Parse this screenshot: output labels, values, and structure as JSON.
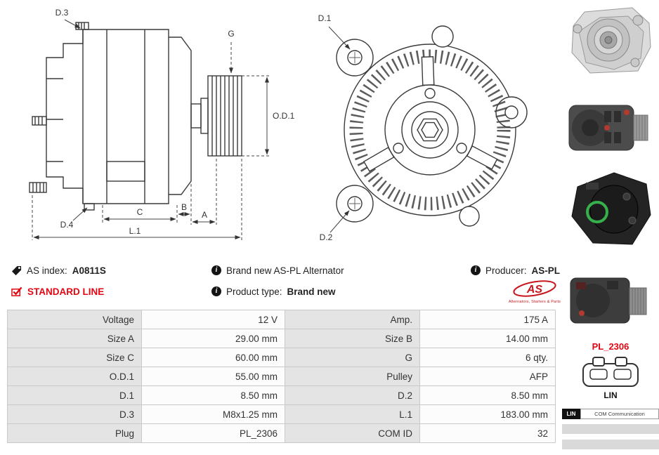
{
  "product": {
    "as_index_label": "AS index:",
    "as_index_value": "A0811S",
    "standard_line_label": "STANDARD LINE",
    "description": "Brand new AS-PL Alternator",
    "product_type_label": "Product type:",
    "product_type_value": "Brand new",
    "producer_label": "Producer:",
    "producer_value": "AS-PL",
    "brand_logo_text": "AS",
    "brand_logo_subtext": "Alternators, Starters & Parts"
  },
  "drawing": {
    "labels": {
      "d3": "D.3",
      "g": "G",
      "od1": "O.D.1",
      "d4": "D.4",
      "c": "C",
      "b": "B",
      "a": "A",
      "l1": "L.1",
      "d1": "D.1",
      "d2": "D.2"
    }
  },
  "side_panel": {
    "plug_code": "PL_2306",
    "connector_label": "LIN",
    "com_badge": {
      "prefix": "LIN",
      "text": "COM Communication"
    }
  },
  "icons": {
    "info": "i"
  },
  "colors": {
    "accent_red": "#e30613",
    "brand_red": "#c8161d",
    "table_label_bg": "#e4e4e4",
    "table_value_bg": "#fcfcfc",
    "table_border": "#c9c9c9"
  },
  "spec_table": {
    "rows": [
      {
        "l1": "Voltage",
        "v1": "12 V",
        "l2": "Amp.",
        "v2": "175 A"
      },
      {
        "l1": "Size A",
        "v1": "29.00 mm",
        "l2": "Size B",
        "v2": "14.00 mm"
      },
      {
        "l1": "Size C",
        "v1": "60.00 mm",
        "l2": "G",
        "v2": "6 qty."
      },
      {
        "l1": "O.D.1",
        "v1": "55.00 mm",
        "l2": "Pulley",
        "v2": "AFP"
      },
      {
        "l1": "D.1",
        "v1": "8.50 mm",
        "l2": "D.2",
        "v2": "8.50 mm"
      },
      {
        "l1": "D.3",
        "v1": "M8x1.25 mm",
        "l2": "L.1",
        "v2": "183.00 mm"
      },
      {
        "l1": "Plug",
        "v1": "PL_2306",
        "l2": "COM ID",
        "v2": "32"
      }
    ]
  }
}
